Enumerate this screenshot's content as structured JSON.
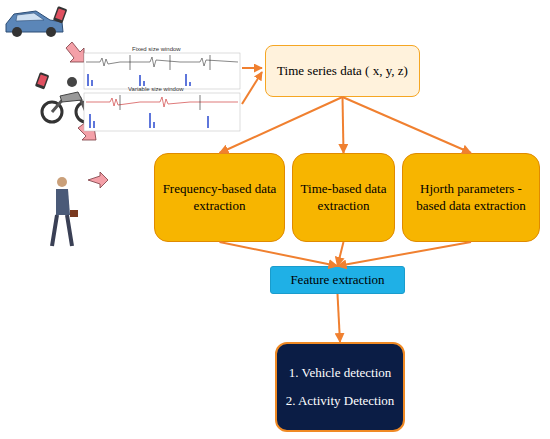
{
  "diagram": {
    "nodes": [
      {
        "text": [
          "Time series data ( x, y, z)"
        ]
      },
      {
        "text": [
          "Frequency-based data extraction"
        ]
      },
      {
        "text": [
          "Time-based data extraction"
        ]
      },
      {
        "text": [
          "Hjorth parameters -based data extraction"
        ]
      },
      {
        "text": [
          "Feature extraction"
        ]
      },
      {
        "text": [
          "1. Vehicle detection",
          "2. Activity Detection"
        ]
      }
    ],
    "edges": [
      {
        "from": 0,
        "to": 1,
        "arrow": "to"
      },
      {
        "from": 0,
        "to": 2,
        "arrow": "to"
      },
      {
        "from": 0,
        "to": 3,
        "arrow": "to"
      },
      {
        "from": 1,
        "to": 4,
        "arrow": "to"
      },
      {
        "from": 2,
        "to": 4,
        "arrow": "to"
      },
      {
        "from": 3,
        "to": 4,
        "arrow": "to"
      },
      {
        "from": 4,
        "to": 5,
        "arrow": "to"
      }
    ],
    "labels": [
      "Fixed size window",
      "Variable size window"
    ]
  }
}
